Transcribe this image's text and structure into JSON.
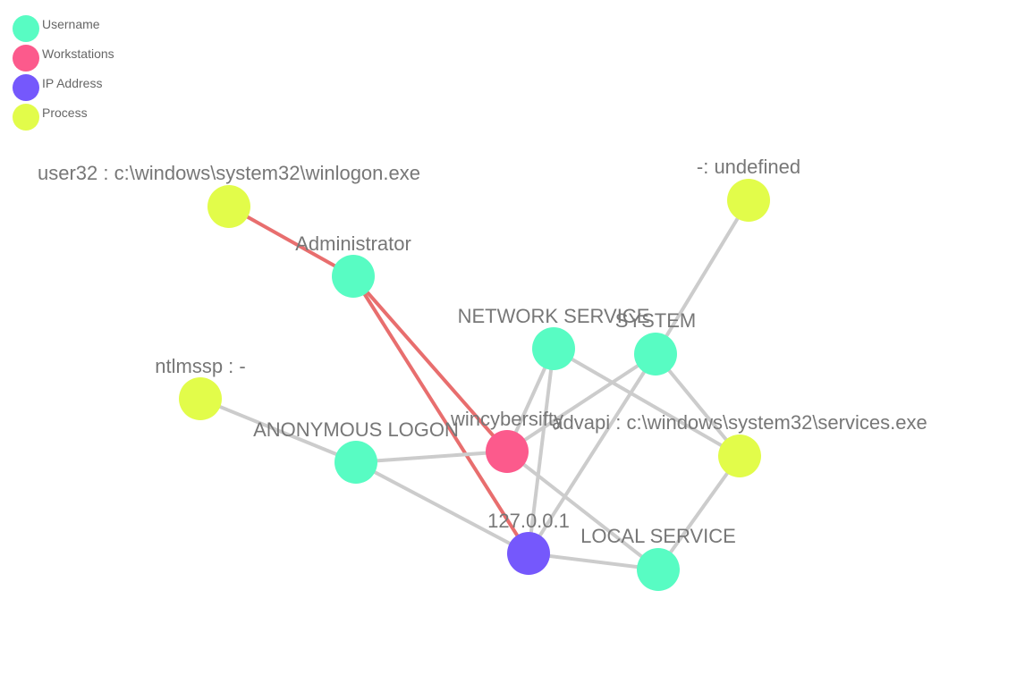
{
  "legend": [
    {
      "label": "Username",
      "color": "#58fcc3"
    },
    {
      "label": "Workstations",
      "color": "#fc5a8c"
    },
    {
      "label": "IP Address",
      "color": "#7558fc"
    },
    {
      "label": "Process",
      "color": "#e2fc4a"
    }
  ],
  "colors": {
    "edge_default": "#cccccc",
    "edge_highlight": "#e86e6e",
    "label": "#777777"
  },
  "nodes": [
    {
      "id": "winlogon",
      "label": "user32 : c:\\windows\\system32\\winlogon.exe",
      "type": "Process"
    },
    {
      "id": "undefined",
      "label": "-: undefined",
      "type": "Process"
    },
    {
      "id": "admin",
      "label": "Administrator",
      "type": "Username"
    },
    {
      "id": "netsvc",
      "label": "NETWORK SERVICE",
      "type": "Username"
    },
    {
      "id": "system",
      "label": "SYSTEM",
      "type": "Username"
    },
    {
      "id": "ntlmssp",
      "label": "ntlmssp : -",
      "type": "Process"
    },
    {
      "id": "wincyb",
      "label": "wincybersifty",
      "type": "Workstations"
    },
    {
      "id": "services",
      "label": "advapi  : c:\\windows\\system32\\services.exe",
      "type": "Process"
    },
    {
      "id": "anon",
      "label": "ANONYMOUS LOGON",
      "type": "Username"
    },
    {
      "id": "ip",
      "label": "127.0.0.1",
      "type": "IP Address"
    },
    {
      "id": "localsvc",
      "label": "LOCAL SERVICE",
      "type": "Username"
    }
  ],
  "edges": [
    {
      "from": "winlogon",
      "to": "admin",
      "highlight": true
    },
    {
      "from": "admin",
      "to": "wincyb",
      "highlight": true
    },
    {
      "from": "admin",
      "to": "ip",
      "highlight": true
    },
    {
      "from": "undefined",
      "to": "system",
      "highlight": false
    },
    {
      "from": "ntlmssp",
      "to": "anon",
      "highlight": false
    },
    {
      "from": "anon",
      "to": "wincyb",
      "highlight": false
    },
    {
      "from": "anon",
      "to": "ip",
      "highlight": false
    },
    {
      "from": "netsvc",
      "to": "wincyb",
      "highlight": false
    },
    {
      "from": "netsvc",
      "to": "ip",
      "highlight": false
    },
    {
      "from": "netsvc",
      "to": "services",
      "highlight": false
    },
    {
      "from": "system",
      "to": "wincyb",
      "highlight": false
    },
    {
      "from": "system",
      "to": "ip",
      "highlight": false
    },
    {
      "from": "system",
      "to": "services",
      "highlight": false
    },
    {
      "from": "wincyb",
      "to": "localsvc",
      "highlight": false
    },
    {
      "from": "ip",
      "to": "localsvc",
      "highlight": false
    },
    {
      "from": "services",
      "to": "localsvc",
      "highlight": false
    }
  ]
}
